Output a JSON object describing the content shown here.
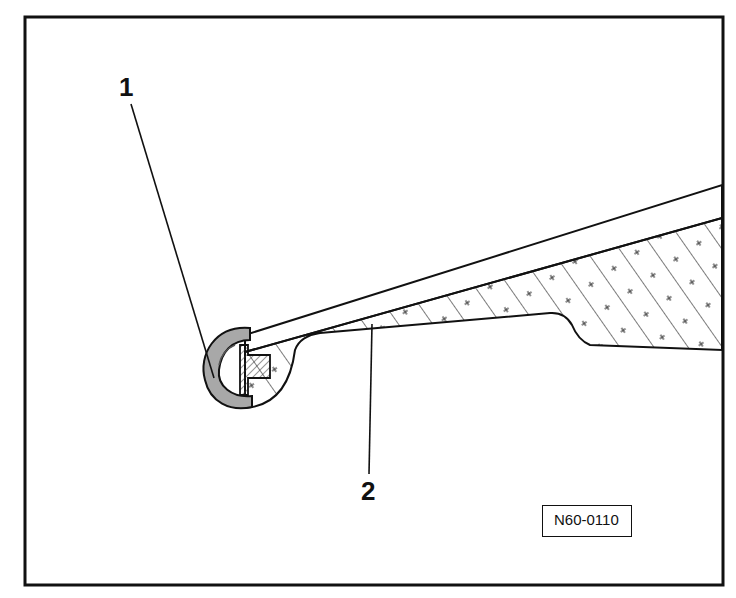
{
  "diagram": {
    "nodes": [
      {
        "text": [
          "N60-0110"
        ]
      }
    ],
    "labels": [
      "1",
      "2"
    ]
  }
}
